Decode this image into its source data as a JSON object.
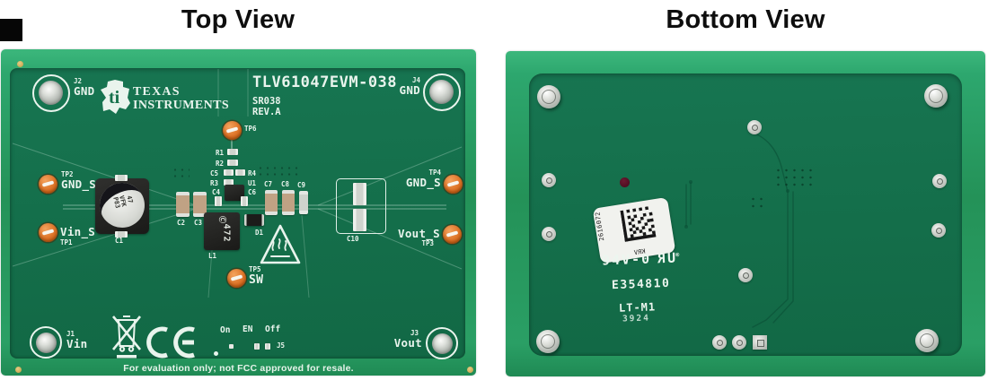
{
  "titles": {
    "top": "Top View",
    "bottom": "Bottom View"
  },
  "top_board": {
    "brand": {
      "name1": "TEXAS",
      "name2": "INSTRUMENTS",
      "bug": "ti"
    },
    "board_name": "TLV61047EVM-038",
    "assembly_number": "SR038",
    "revision": "REV.A",
    "footer_note": "For evaluation only; not FCC approved for resale.",
    "connectors": {
      "j2": {
        "ref": "J2",
        "label": "GND"
      },
      "j4": {
        "ref": "J4",
        "label": "GND"
      },
      "j1": {
        "ref": "J1",
        "label": "Vin"
      },
      "j3": {
        "ref": "J3",
        "label": "Vout"
      }
    },
    "test_points": {
      "tp6": {
        "ref": "TP6"
      },
      "tp2": {
        "ref": "TP2",
        "label": "GND_S"
      },
      "tp1": {
        "ref": "TP1",
        "label": "Vin_S"
      },
      "tp4": {
        "ref": "TP4",
        "label": "GND_S"
      },
      "tp3": {
        "ref": "TP3",
        "label": "Vout_S"
      },
      "tp5": {
        "ref": "TP5",
        "label": "SW"
      }
    },
    "jumper": {
      "ref": "J5",
      "pos_on": "On",
      "signal": "EN",
      "pos_off": "Off"
    },
    "components": {
      "c1": {
        "ref": "C1",
        "marking_l1": "47",
        "marking_l2": "VFK",
        "marking_l3": "P83"
      },
      "c2": {
        "ref": "C2"
      },
      "c3": {
        "ref": "C3"
      },
      "c4": {
        "ref": "C4"
      },
      "c5": {
        "ref": "C5"
      },
      "c6": {
        "ref": "C6"
      },
      "c7": {
        "ref": "C7"
      },
      "c8": {
        "ref": "C8"
      },
      "c9": {
        "ref": "C9"
      },
      "c10": {
        "ref": "C10"
      },
      "r1": {
        "ref": "R1"
      },
      "r2": {
        "ref": "R2"
      },
      "r3": {
        "ref": "R3"
      },
      "r4": {
        "ref": "R4"
      },
      "u1": {
        "ref": "U1"
      },
      "d1": {
        "ref": "D1"
      },
      "l1": {
        "ref": "L1",
        "logo": "Ⓒ",
        "marking": "472"
      }
    }
  },
  "bottom_board": {
    "flammability_rating": "94V-0",
    "ul_recognized_mark": "UR",
    "registered_symbol": "®",
    "ul_file_number": "E354810",
    "logo_marking": "LT-M1",
    "date_code": "3924",
    "sticker": {
      "serial": "2616072",
      "code": "KRV"
    }
  },
  "colors": {
    "pcb_edge_green": "#2ba56c",
    "pcb_face_green": "#14704b",
    "silkscreen_white": "#e9f4ed",
    "testpoint_orange": "#de7428",
    "title_black": "#0e0e0e"
  }
}
